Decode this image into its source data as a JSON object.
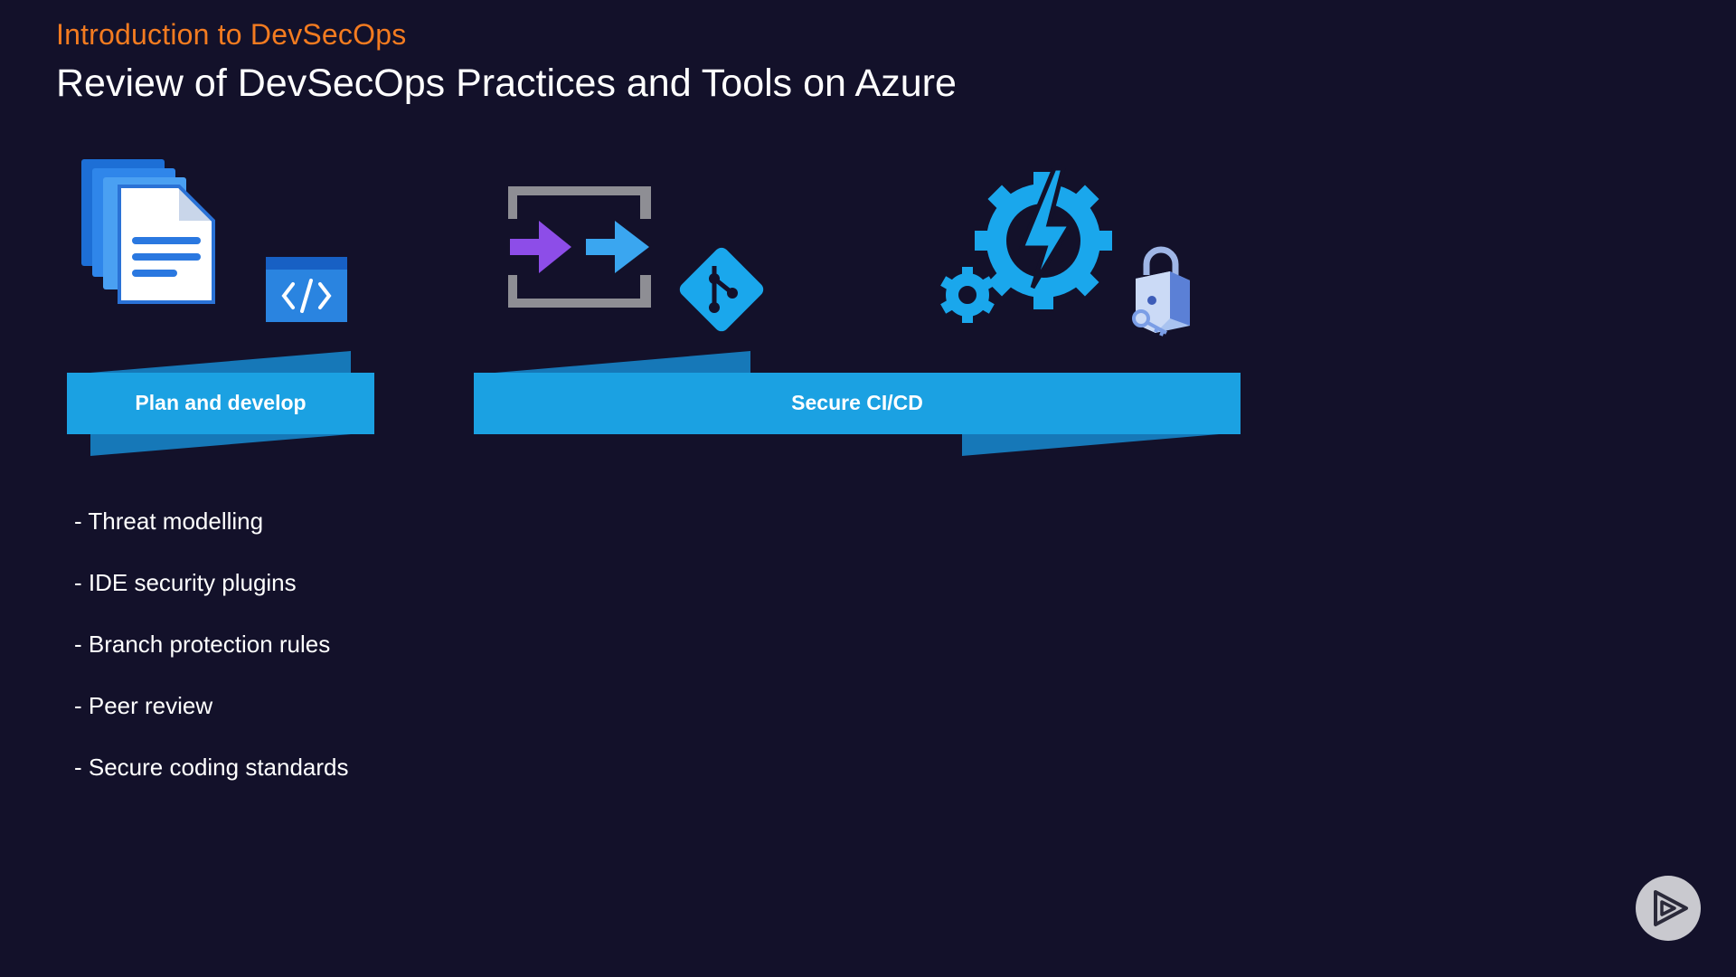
{
  "header": {
    "section_title": "Introduction to DevSecOps",
    "slide_title": "Review of DevSecOps Practices and Tools on Azure"
  },
  "stages": [
    {
      "label": "Plan and develop",
      "icons": [
        "documents-icon",
        "code-editor-icon"
      ]
    },
    {
      "label": "Secure CI/CD",
      "icons": [
        "pipeline-arrows-icon",
        "git-icon",
        "gear-lightning-icon",
        "padlock-key-icon"
      ]
    }
  ],
  "bullets": [
    "- Threat modelling",
    "- IDE security plugins",
    "- Branch protection rules",
    "- Peer review",
    "- Secure coding standards"
  ],
  "controls": {
    "play_icon": "play-logo-icon"
  },
  "colors": {
    "background": "#13112a",
    "accent_orange": "#f37b20",
    "banner_blue": "#1ba1e2",
    "banner_dark": "#1678b8",
    "icon_blue": "#1aa7ec",
    "purple": "#8b4ce8"
  }
}
